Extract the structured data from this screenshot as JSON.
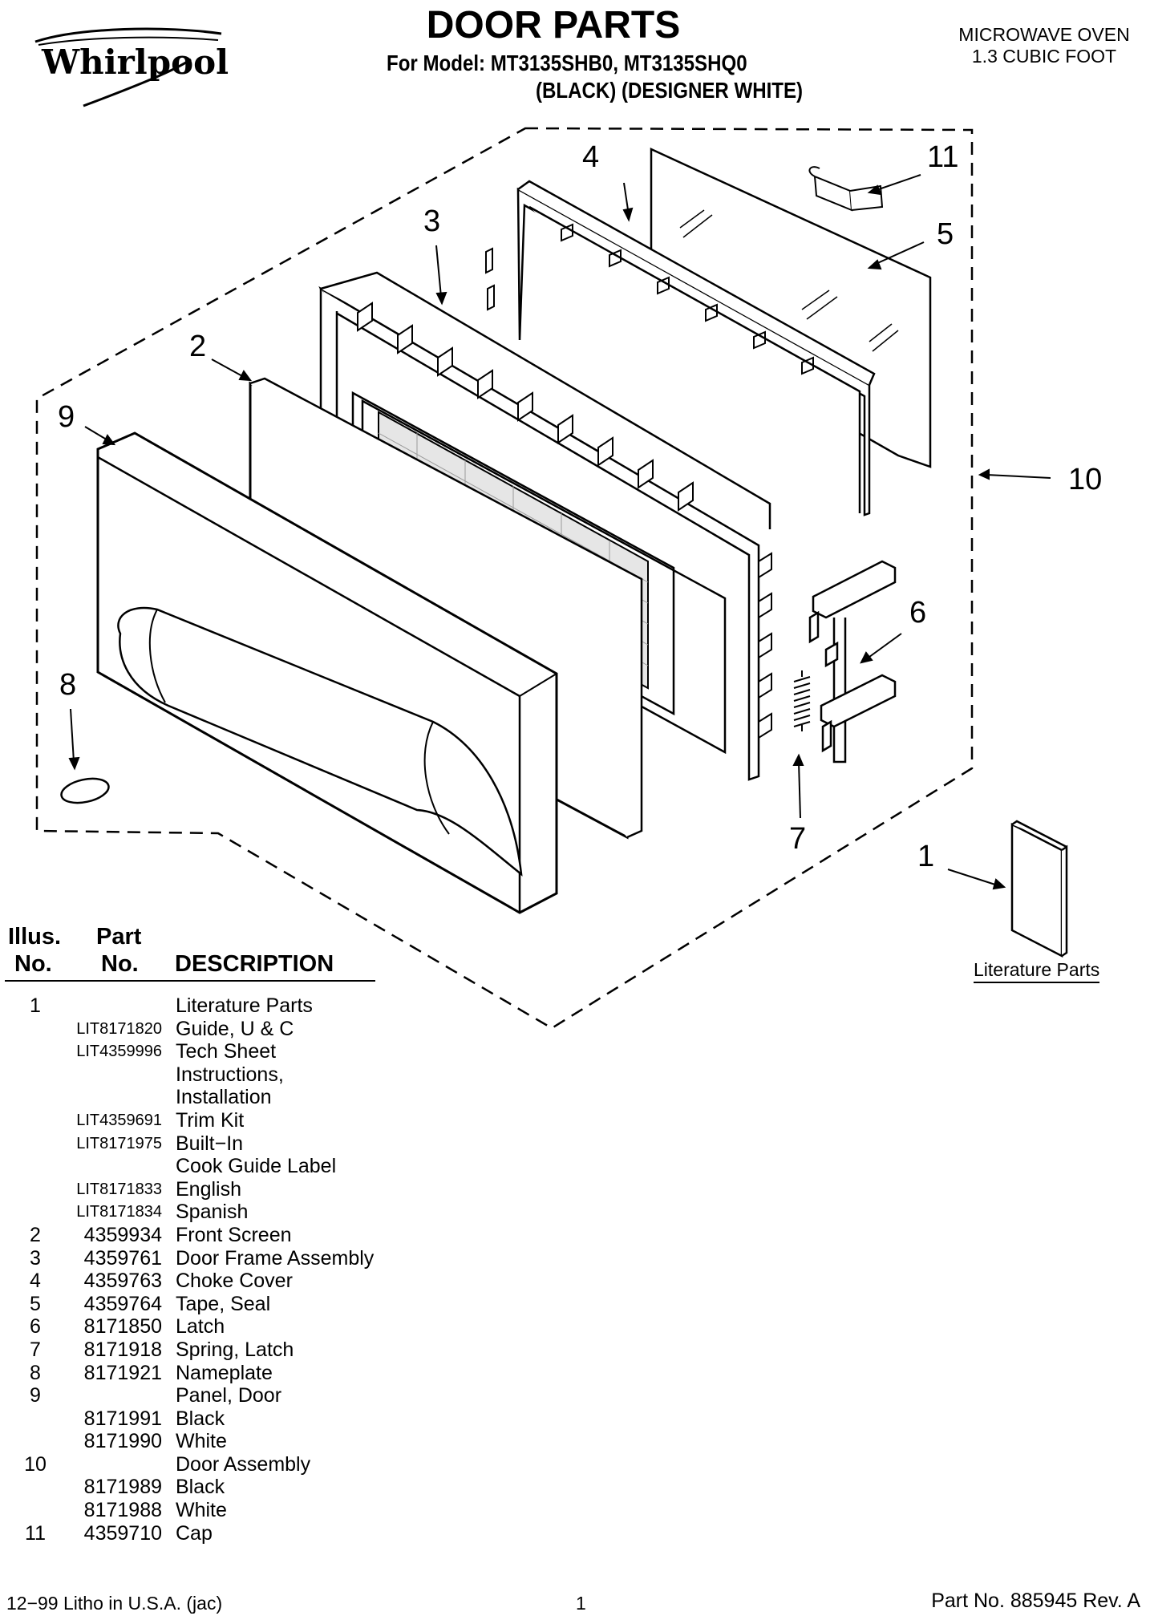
{
  "header": {
    "brand": "Whirlpool",
    "title": "DOOR PARTS",
    "model_line": "For Model: MT3135SHB0, MT3135SHQ0",
    "color_line": "(BLACK)  (DESIGNER WHITE)",
    "product_type": "MICROWAVE OVEN",
    "product_size": "1.3 CUBIC FOOT"
  },
  "diagram": {
    "callouts": [
      "1",
      "2",
      "3",
      "4",
      "5",
      "6",
      "7",
      "8",
      "9",
      "10",
      "11"
    ],
    "literature_caption": "Literature Parts"
  },
  "table": {
    "headers": {
      "illus_1": "Illus.",
      "illus_2": "No.",
      "part_1": "Part",
      "part_2": "No.",
      "description": "DESCRIPTION"
    },
    "rows": [
      {
        "illus": "1",
        "part": "",
        "desc": "Literature Parts"
      },
      {
        "illus": "",
        "part": "LIT8171820",
        "desc": "Guide, U & C"
      },
      {
        "illus": "",
        "part": "LIT4359996",
        "desc": "Tech Sheet"
      },
      {
        "illus": "",
        "part": "",
        "desc": "Instructions,"
      },
      {
        "illus": "",
        "part": "",
        "desc": "Installation"
      },
      {
        "illus": "",
        "part": "LIT4359691",
        "desc": "Trim Kit"
      },
      {
        "illus": "",
        "part": "LIT8171975",
        "desc": "Built−In"
      },
      {
        "illus": "",
        "part": "",
        "desc": "Cook Guide Label"
      },
      {
        "illus": "",
        "part": "LIT8171833",
        "desc": "English"
      },
      {
        "illus": "",
        "part": "LIT8171834",
        "desc": "Spanish"
      },
      {
        "illus": "2",
        "part": "4359934",
        "desc": "Front Screen"
      },
      {
        "illus": "3",
        "part": "4359761",
        "desc": "Door Frame Assembly"
      },
      {
        "illus": "4",
        "part": "4359763",
        "desc": "Choke Cover"
      },
      {
        "illus": "5",
        "part": "4359764",
        "desc": "Tape, Seal"
      },
      {
        "illus": "6",
        "part": "8171850",
        "desc": "Latch"
      },
      {
        "illus": "7",
        "part": "8171918",
        "desc": "Spring, Latch"
      },
      {
        "illus": "8",
        "part": "8171921",
        "desc": "Nameplate"
      },
      {
        "illus": "9",
        "part": "",
        "desc": "Panel, Door"
      },
      {
        "illus": "",
        "part": "8171991",
        "desc": "Black"
      },
      {
        "illus": "",
        "part": "8171990",
        "desc": "White"
      },
      {
        "illus": "10",
        "part": "",
        "desc": "Door Assembly"
      },
      {
        "illus": "",
        "part": "8171989",
        "desc": "Black"
      },
      {
        "illus": "",
        "part": "8171988",
        "desc": "White"
      },
      {
        "illus": "11",
        "part": "4359710",
        "desc": "Cap"
      }
    ]
  },
  "footer": {
    "left": "12−99 Litho in U.S.A. (jac)",
    "page": "1",
    "right": "Part No. 885945 Rev. A"
  }
}
